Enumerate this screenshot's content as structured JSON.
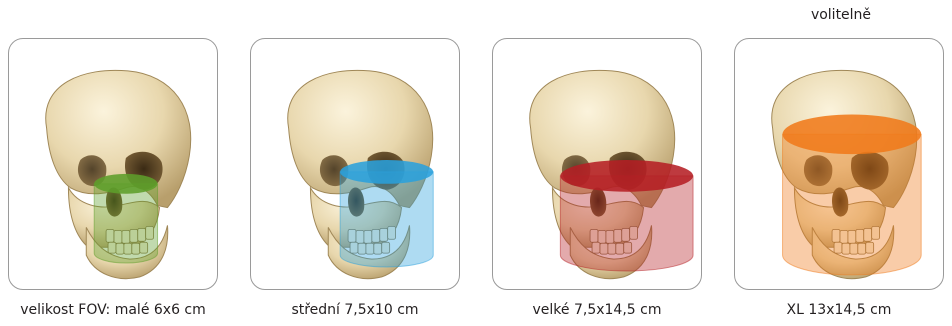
{
  "optional_label": "volitelně",
  "fov_options": [
    {
      "caption": "velikost FOV: malé 6x6 cm",
      "color": "#5d9e2a",
      "optional": false
    },
    {
      "caption": "střední 7,5x10 cm",
      "color": "#2aa0dc",
      "optional": false
    },
    {
      "caption": "velké 7,5x14,5 cm",
      "color": "#b51f24",
      "optional": false
    },
    {
      "caption": "XL 13x14,5 cm",
      "color": "#f07a1a",
      "optional": true
    }
  ]
}
